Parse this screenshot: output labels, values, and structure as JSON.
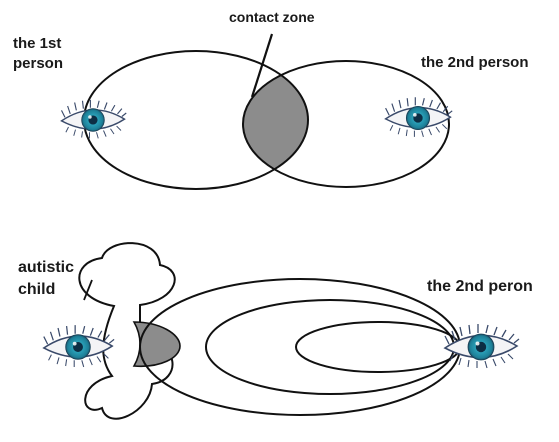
{
  "top_panel": {
    "contact_zone_label": "contact zone",
    "first_person_line1": "the 1st",
    "first_person_line2": "person",
    "second_person_label": "the 2nd person"
  },
  "bottom_panel": {
    "autistic_line1": "autistic",
    "autistic_line2": "child",
    "second_person_label": "the 2nd peron"
  },
  "colors": {
    "stroke": "#111111",
    "contact_fill": "#8c8c8c",
    "iris": "#1f8fa8",
    "pupil": "#0d2e44",
    "lash": "#3a4a6a"
  },
  "icons": [
    "eye-icon"
  ]
}
